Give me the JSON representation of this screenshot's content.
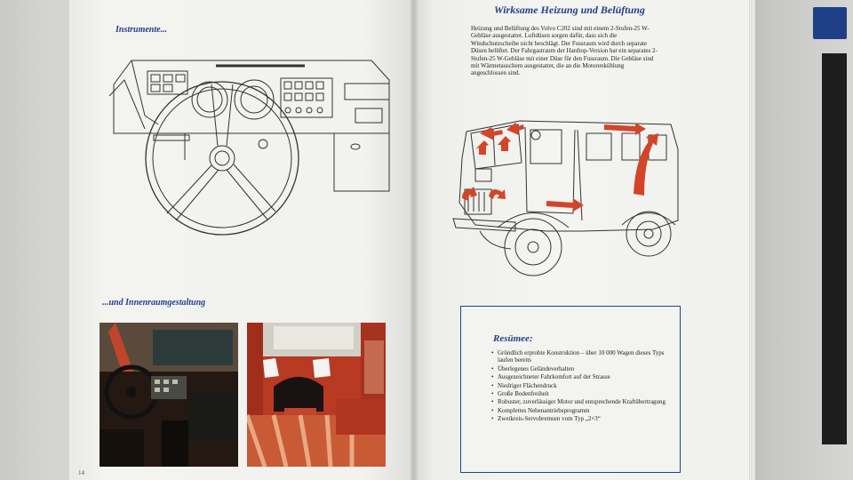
{
  "left_page": {
    "instruments_heading": "Instrumente...",
    "interior_heading": "...und Innenraumgestaltung",
    "page_number": "14"
  },
  "right_page": {
    "heating_heading": "Wirksame Heizung und Belüftung",
    "heating_text": "Heizung und Belüftung des Volvo C202 sind mit einem 2-Stufen-25 W-Gebläse ausgestattet. Luftdüsen sorgen dafür, dass sich die Windschutzscheibe nicht beschlägt. Der Fussraum wird durch separate Düsen belüftet. Der Fahrgastraum der Hardtop-Version hat ein separates 2-Stufen-25 W-Gebläse mit einer Düse für den Fussraum. Die Gebläse sind mit Wärmetauschern ausgestattet, die an die Motorenkühlung angeschlossen sind.",
    "resume": {
      "title": "Resümee:",
      "items": [
        "Gründlich erprobte Konstruktion – über 10 000 Wagen dieses Typs laufen bereits",
        "Überlegenes Geländeverhalten",
        "Ausgezeichneter Fahrkomfort auf der Strasse",
        "Niedriger Flächendruck",
        "Große Bodenfreiheit",
        "Robuster, zuverlässiger Motor und entsprechende Kraftübertragung",
        "Komplettes Nebenantriebsprogramm",
        "Zweikreis-Servobremsen vom Typ „2×3“"
      ]
    }
  },
  "colors": {
    "heading_blue": "#24408a",
    "arrow_red": "#d2452a",
    "page_paper": "#f1f1ee"
  }
}
